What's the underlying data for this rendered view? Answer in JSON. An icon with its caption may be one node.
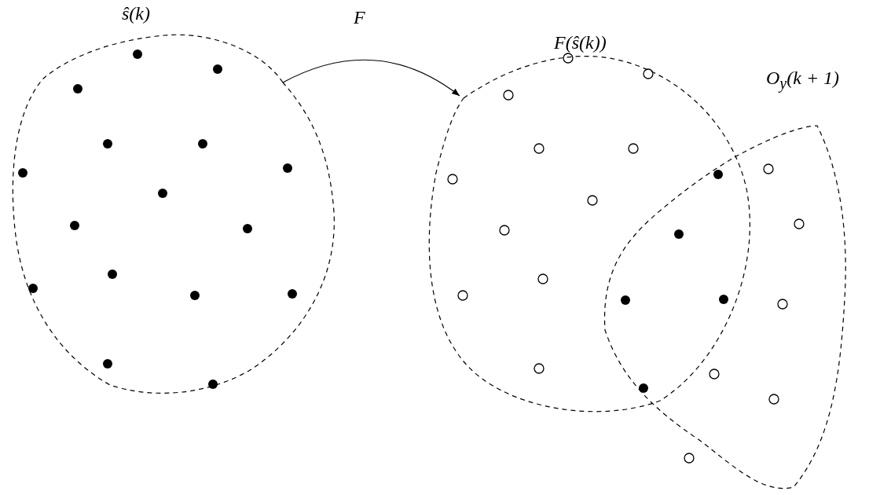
{
  "diagram": {
    "nodes": [
      {
        "text": [
          "ŝ(k)"
        ]
      },
      {
        "text": [
          "F(ŝ(k))"
        ]
      },
      {
        "text": [
          "O$_{y}$(k + 1)"
        ]
      }
    ],
    "edges": [
      {
        "from": 0,
        "to": 1,
        "arrow": "to",
        "label": "F"
      }
    ]
  }
}
